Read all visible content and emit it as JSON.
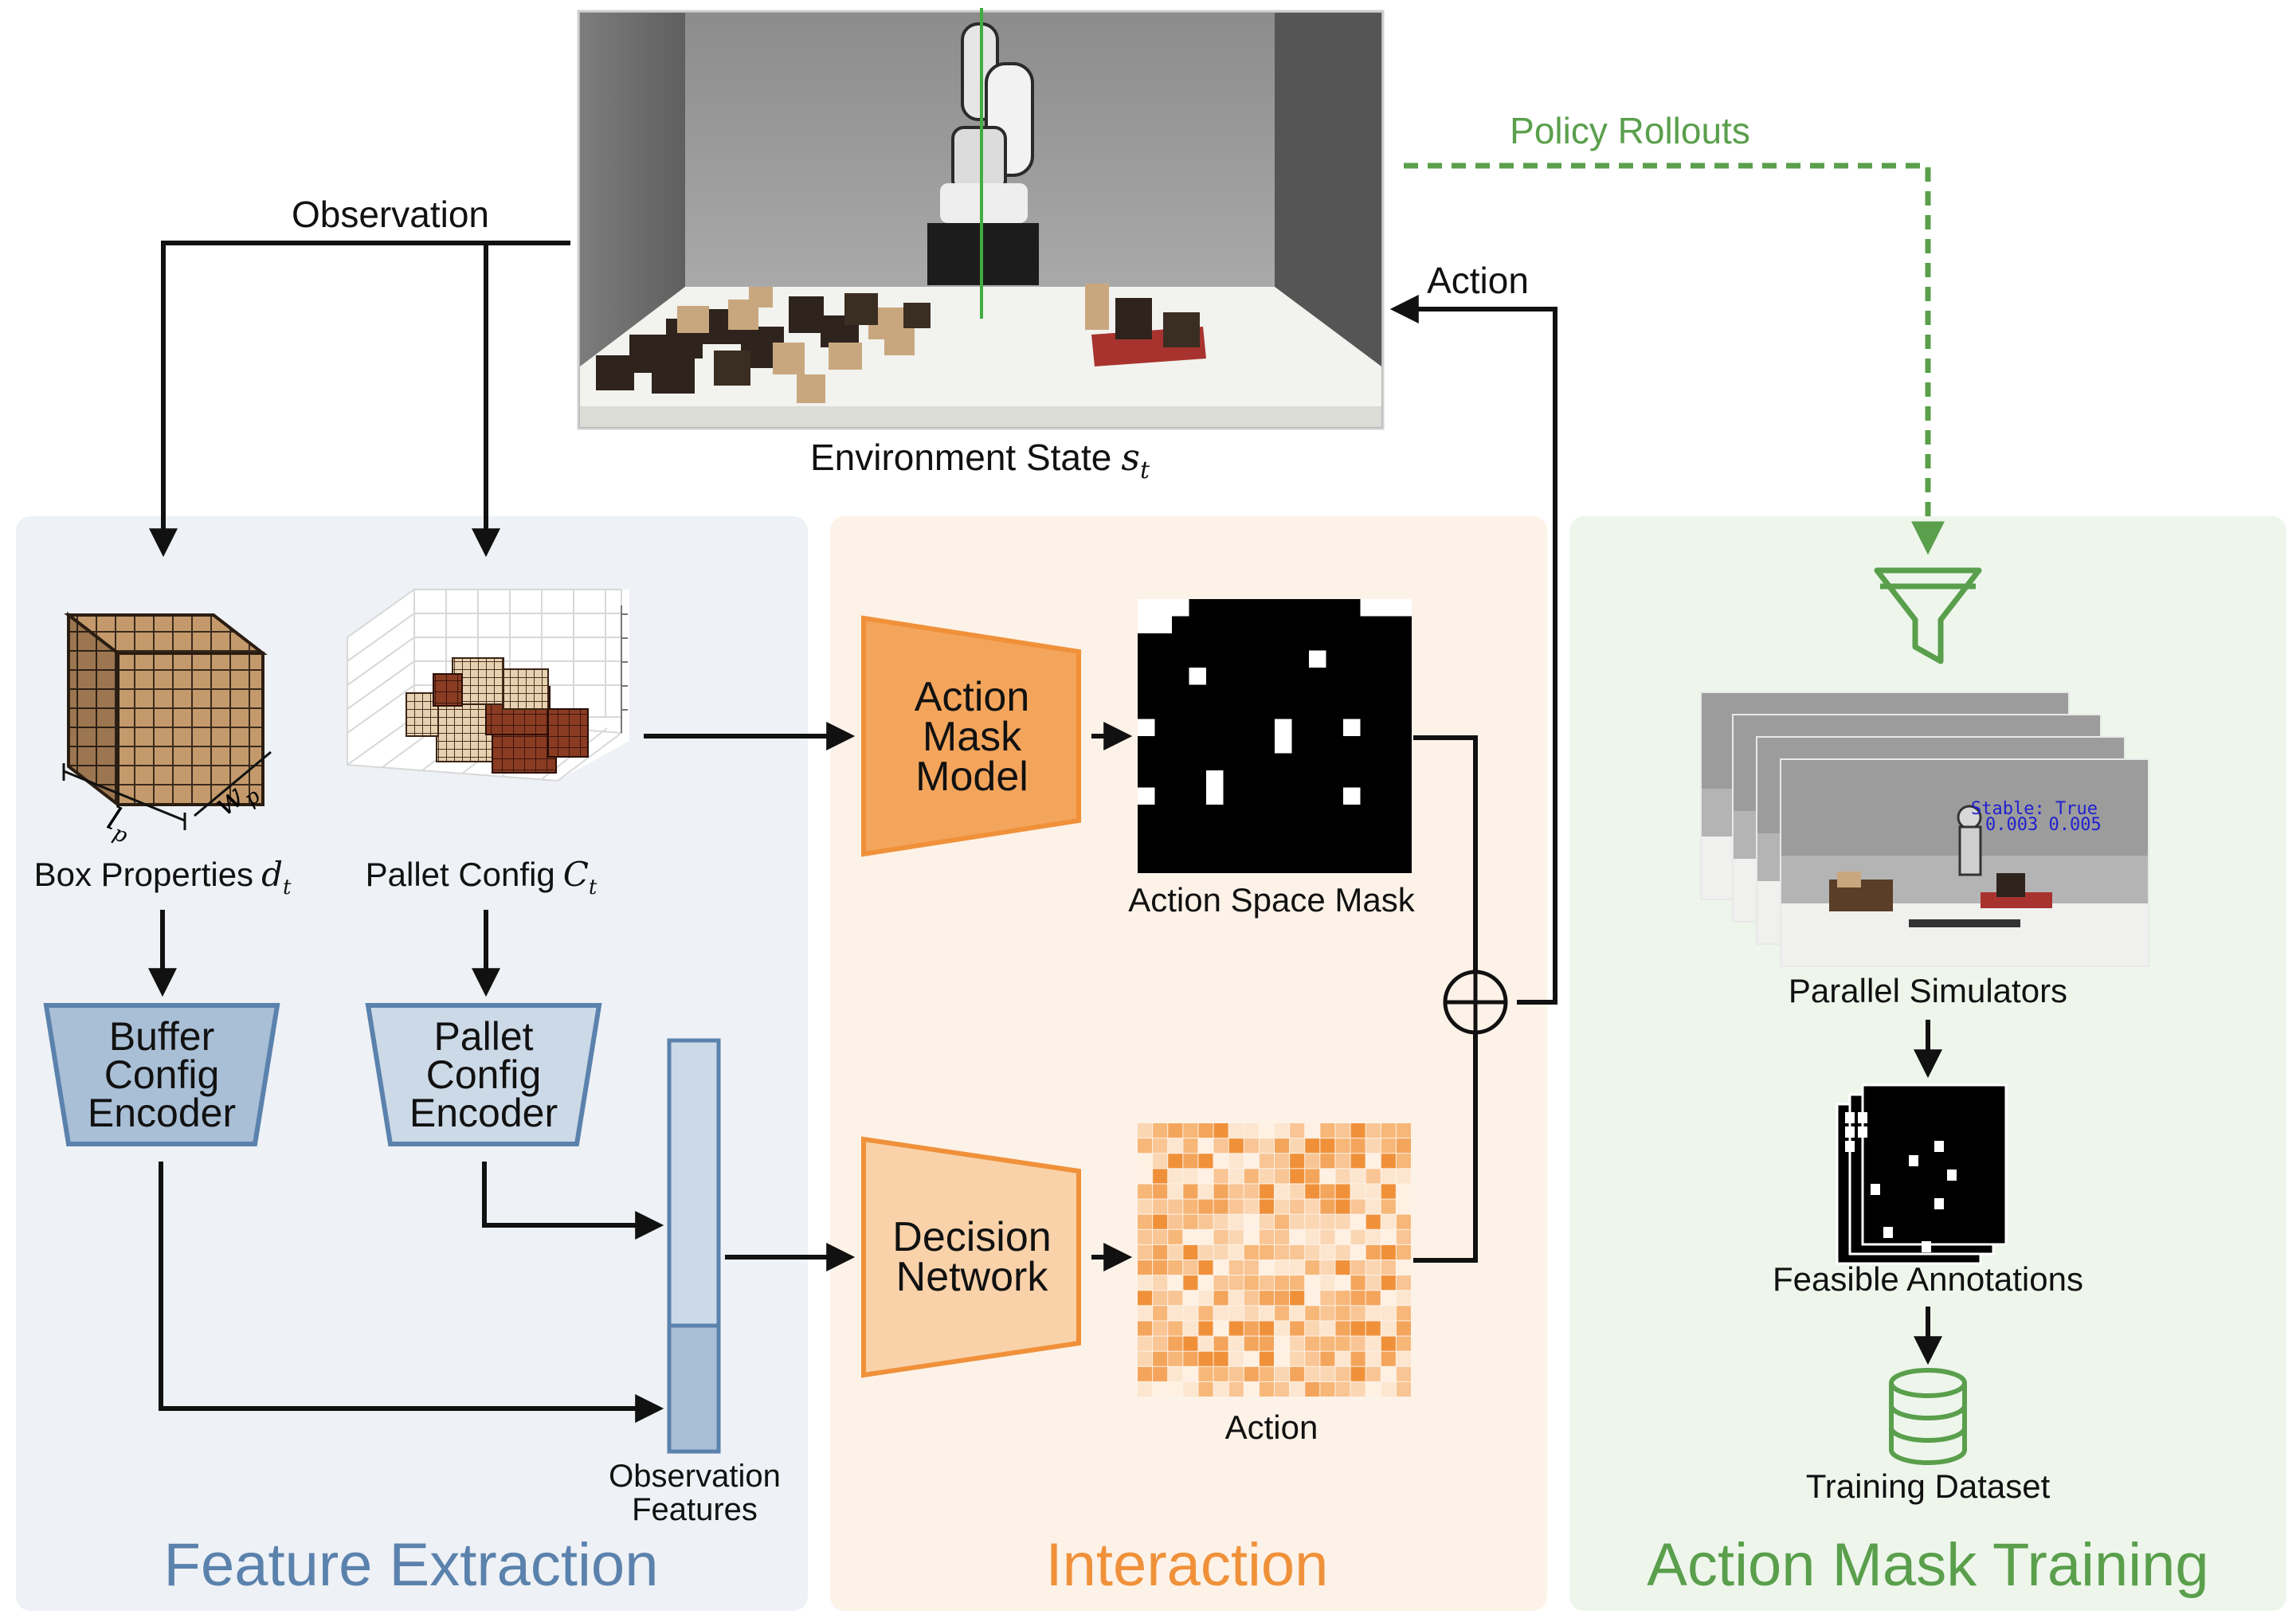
{
  "colors": {
    "blue": "#5b82ad",
    "blue_panel": "#eef1f5",
    "orange": "#f0913a",
    "orange_panel": "#fdf2e8",
    "green": "#5a9f4c",
    "green_panel": "#eef6ec",
    "arrow": "#111111"
  },
  "top": {
    "observation_label": "Observation",
    "action_label": "Action",
    "policy_rollouts_label": "Policy Rollouts",
    "env_state_label": "Environment State",
    "env_state_symbol": "s",
    "env_state_sub": "t"
  },
  "feature_extraction": {
    "title": "Feature Extraction",
    "box_properties_label": "Box Properties",
    "box_symbol": "d",
    "box_sub": "t",
    "dim_l": "l",
    "dim_l_sub": "p",
    "dim_w": "w",
    "dim_w_sub": "p",
    "pallet_config_label": "Pallet Config",
    "pallet_symbol": "C",
    "pallet_sub": "t",
    "buffer_encoder": [
      "Buffer",
      "Config",
      "Encoder"
    ],
    "pallet_encoder": [
      "Pallet",
      "Config",
      "Encoder"
    ],
    "obs_features": [
      "Observation",
      "Features"
    ]
  },
  "interaction": {
    "title": "Interaction",
    "action_mask_model": [
      "Action",
      "Mask",
      "Model"
    ],
    "decision_network": [
      "Decision",
      "Network"
    ],
    "action_space_mask_label": "Action Space Mask",
    "action_label": "Action"
  },
  "action_mask_training": {
    "title": "Action Mask Training",
    "parallel_simulators_label": "Parallel Simulators",
    "feasible_annotations_label": "Feasible Annotations",
    "training_dataset_label": "Training Dataset",
    "sim_overlay_line1": "Stable: True",
    "sim_overlay_line2": "0.003  0.005"
  },
  "icons": [
    "robot-scene-image",
    "box-cube-icon",
    "pallet-3d-plot-icon",
    "funnel-icon",
    "database-icon",
    "combine-sum-icon"
  ]
}
